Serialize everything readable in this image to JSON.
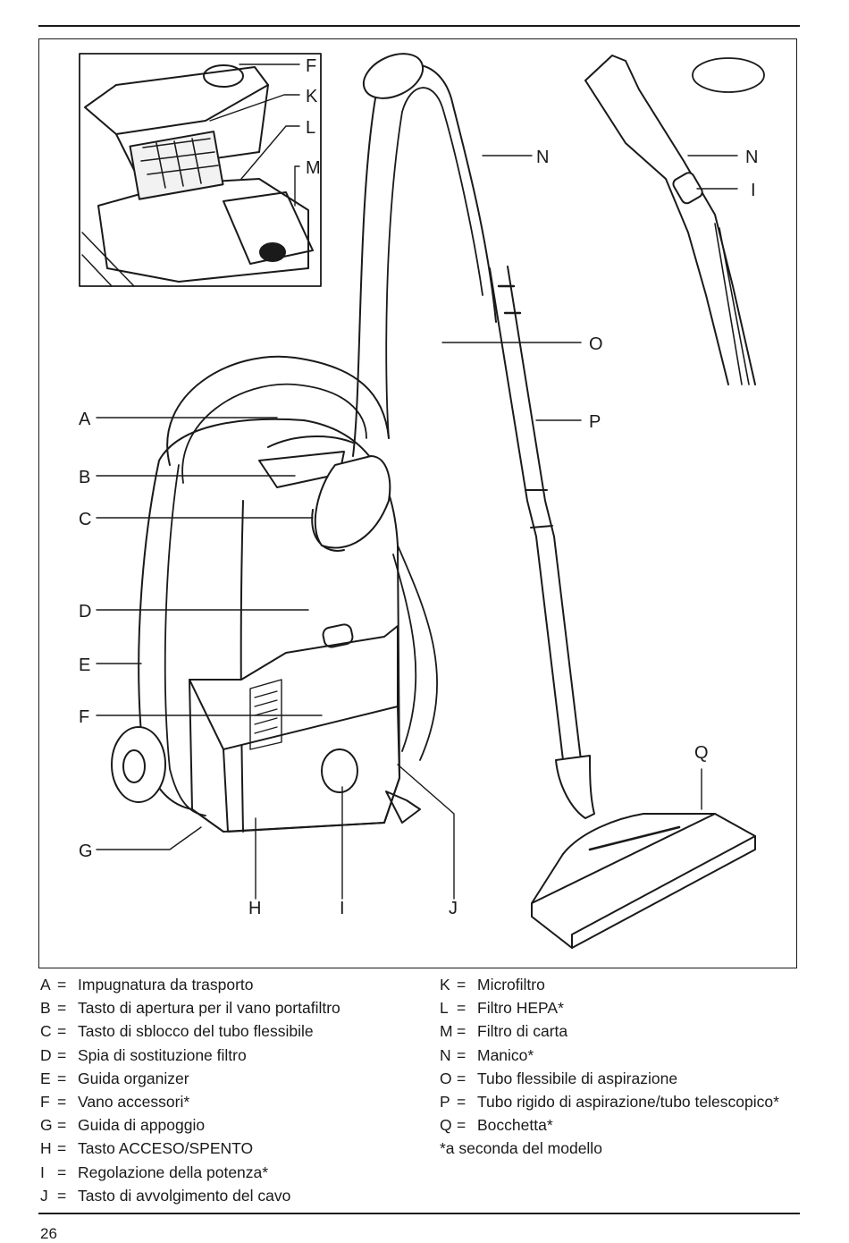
{
  "figure": {
    "callouts": {
      "A": "A",
      "B": "B",
      "C": "C",
      "D": "D",
      "E": "E",
      "F": "F",
      "G": "G",
      "H": "H",
      "I": "I",
      "J": "J",
      "K": "K",
      "L": "L",
      "M": "M",
      "N": "N",
      "O": "O",
      "P": "P",
      "Q": "Q"
    }
  },
  "legend": {
    "left": [
      {
        "key": "A",
        "desc": "Impugnatura da trasporto"
      },
      {
        "key": "B",
        "desc": "Tasto di apertura per il vano portafiltro"
      },
      {
        "key": "C",
        "desc": "Tasto di sblocco del tubo flessibile"
      },
      {
        "key": "D",
        "desc": "Spia di sostituzione filtro"
      },
      {
        "key": "E",
        "desc": "Guida organizer"
      },
      {
        "key": "F",
        "desc": "Vano accessori*"
      },
      {
        "key": "G",
        "desc": "Guida di appoggio"
      },
      {
        "key": "H",
        "desc": "Tasto ACCESO/SPENTO"
      },
      {
        "key": "I",
        "desc": "Regolazione della potenza*"
      },
      {
        "key": "J",
        "desc": "Tasto di avvolgimento del cavo"
      }
    ],
    "right": [
      {
        "key": "K",
        "desc": "Microfiltro"
      },
      {
        "key": "L",
        "desc": "Filtro HEPA*"
      },
      {
        "key": "M",
        "desc": "Filtro di carta"
      },
      {
        "key": "N",
        "desc": "Manico*"
      },
      {
        "key": "O",
        "desc": "Tubo flessibile di aspirazione"
      },
      {
        "key": "P",
        "desc": "Tubo rigido di aspirazione/tubo telescopico*"
      },
      {
        "key": "Q",
        "desc": "Bocchetta*"
      }
    ],
    "eq_sign": "=",
    "footnote": "*a seconda del modello"
  },
  "page": {
    "number": "26"
  }
}
